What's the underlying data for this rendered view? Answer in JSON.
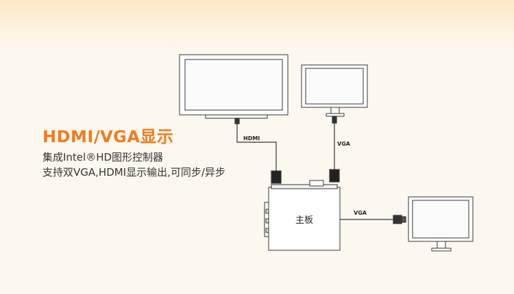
{
  "title": "HDMI/VGA显示",
  "description": [
    "集成Intel®HD图形控制器",
    "支持双VGA,HDMI显示输出,可同步/异步"
  ],
  "labels": {
    "hdmi": "HDMI",
    "vga_top": "VGA",
    "vga_right": "VGA",
    "board": "主板"
  },
  "colors": {
    "title": "#f07c1e",
    "line": "#222222"
  }
}
